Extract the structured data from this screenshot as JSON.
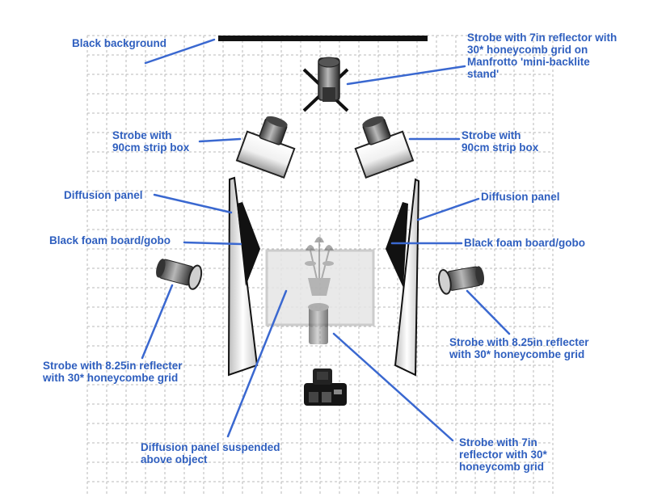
{
  "labels": {
    "black_background": "Black background",
    "strobe_top": "Strobe with 7in reflector with\n30* honeycomb grid on\nManfrotto 'mini-backlite\nstand'",
    "strip_left": "Strobe with\n90cm strip box",
    "strip_right": "Strobe with\n90cm strip box",
    "diffusion_left": "Diffusion panel",
    "diffusion_right": "Diffusion panel",
    "gobo_left": "Black foam board/gobo",
    "gobo_right": "Black foam board/gobo",
    "strobe_left": "Strobe with 8.25in reflecter\nwith 30* honeycombe grid",
    "strobe_right": "Strobe with 8.25in reflecter\nwith 30* honeycombe grid",
    "diffusion_above": "Diffusion panel suspended\nabove object",
    "strobe_bottom": "Strobe with 7in\nreflector with 30*\nhoneycomb grid"
  },
  "colors": {
    "label_text": "#2f5fbf",
    "leader_line": "#3a68d0",
    "grid": "#b9b9b9"
  },
  "icons": {
    "background": "black-background-bar",
    "strobe": "strobe-head-icon",
    "stripbox": "strip-box-icon",
    "camera": "camera-icon",
    "object": "flower-vase-icon"
  }
}
